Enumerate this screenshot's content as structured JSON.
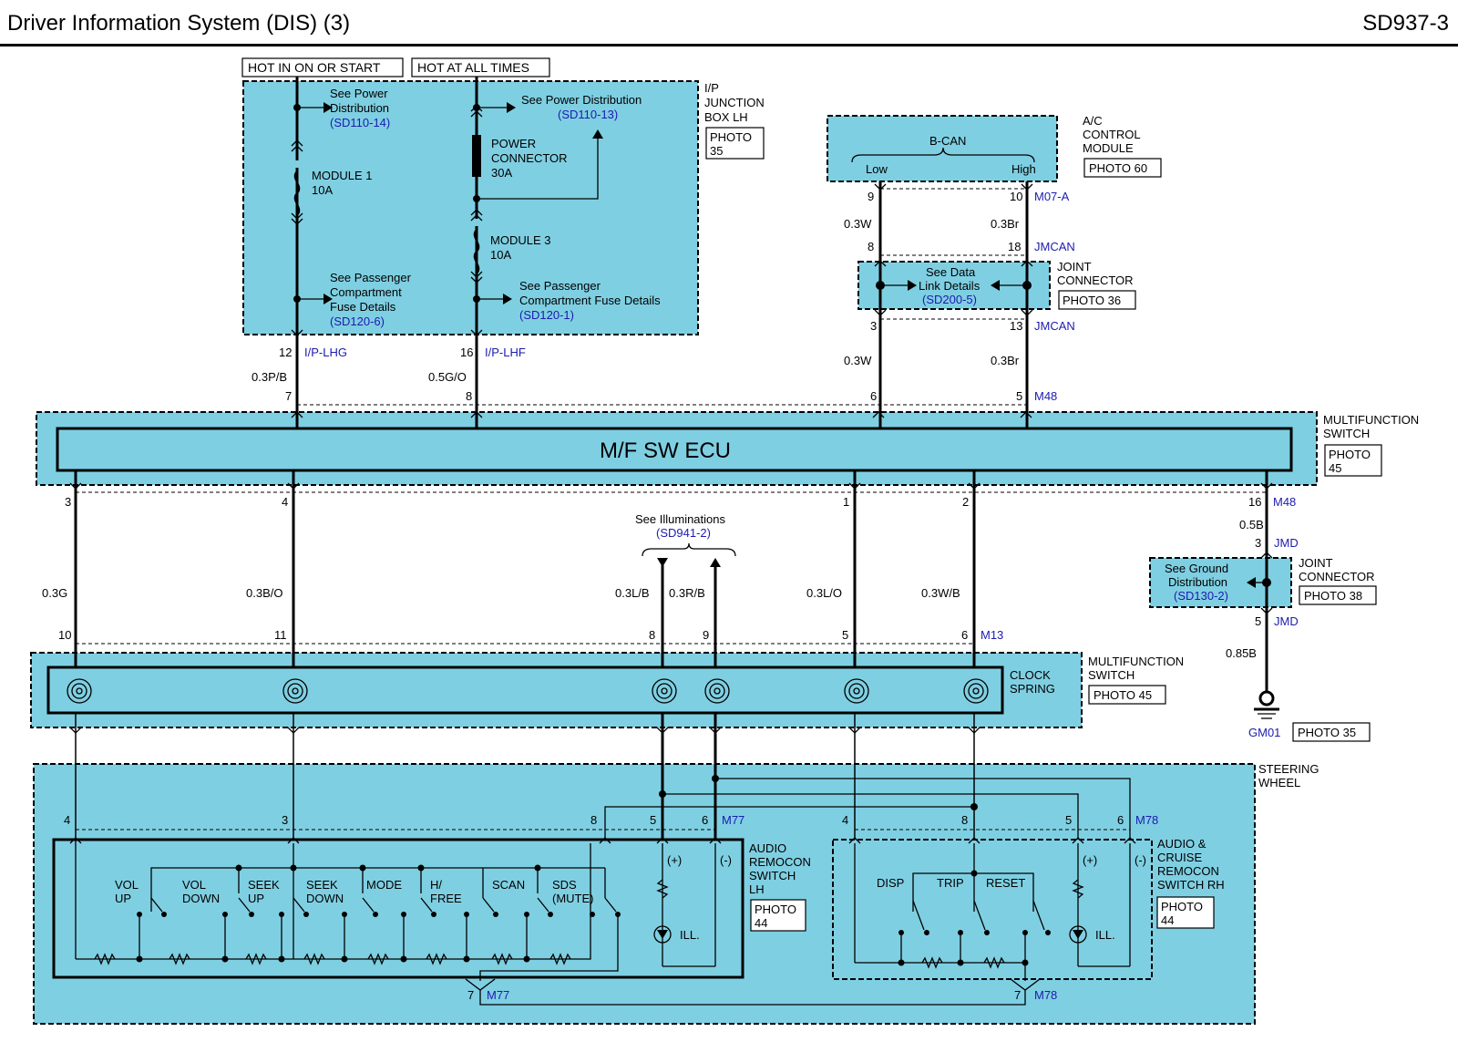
{
  "header": {
    "title": "Driver Information System (DIS) (3)",
    "code": "SD937-3"
  },
  "power": {
    "hot_run": "HOT IN ON OR START",
    "hot_always": "HOT AT ALL TIMES",
    "see_pd_1_a": "See Power",
    "see_pd_1_b": "Distribution",
    "see_pd_1_ref": "(SD110-14)",
    "see_pd_2": "See Power Distribution",
    "see_pd_2_ref": "(SD110-13)",
    "module1_a": "MODULE 1",
    "module1_b": "10A",
    "power_conn_a": "POWER",
    "power_conn_b": "CONNECTOR",
    "power_conn_c": "30A",
    "module3_a": "MODULE 3",
    "module3_b": "10A",
    "see_pcf_1_a": "See Passenger",
    "see_pcf_1_b": "Compartment",
    "see_pcf_1_c": "Fuse Details",
    "see_pcf_1_ref": "(SD120-6)",
    "see_pcf_2_a": "See Passenger",
    "see_pcf_2_b": "Compartment Fuse Details",
    "see_pcf_2_ref": "(SD120-1)",
    "jb_a": "I/P",
    "jb_b": "JUNCTION",
    "jb_c": "BOX LH",
    "jb_photo_a": "PHOTO",
    "jb_photo_b": "35"
  },
  "acm": {
    "bcan": "B-CAN",
    "low": "Low",
    "high": "High",
    "name_a": "A/C",
    "name_b": "CONTROL",
    "name_c": "MODULE",
    "photo": "PHOTO 60",
    "jc_a": "JOINT",
    "jc_b": "CONNECTOR",
    "jc_photo": "PHOTO 36",
    "dl_a": "See Data",
    "dl_b": "Link Details",
    "dl_ref": "(SD200-5)"
  },
  "ecu": {
    "label": "M/F SW ECU",
    "name_a": "MULTIFUNCTION",
    "name_b": "SWITCH",
    "photo_a": "PHOTO",
    "photo_b": "45"
  },
  "illum": {
    "a": "See Illuminations",
    "ref": "(SD941-2)"
  },
  "ground": {
    "a": "See Ground",
    "b": "Distribution",
    "ref": "(SD130-2)",
    "jc_a": "JOINT",
    "jc_b": "CONNECTOR",
    "jc_photo": "PHOTO 38",
    "gm": "GM01",
    "gm_photo": "PHOTO 35"
  },
  "clock": {
    "a": "CLOCK",
    "b": "SPRING",
    "name_a": "MULTIFUNCTION",
    "name_b": "SWITCH",
    "photo": "PHOTO 45"
  },
  "wheel": {
    "a": "STEERING",
    "b": "WHEEL"
  },
  "audio_lh": {
    "a": "AUDIO",
    "b": "REMOCON",
    "c": "SWITCH",
    "d": "LH",
    "photo_a": "PHOTO",
    "photo_b": "44",
    "sw": [
      "VOL",
      "UP",
      "VOL",
      "DOWN",
      "SEEK",
      "UP",
      "SEEK",
      "DOWN",
      "MODE",
      "H/",
      "FREE",
      "SCAN",
      "SDS",
      "(MUTE)"
    ],
    "plus": "(+)",
    "minus": "(-)",
    "ill": "ILL."
  },
  "audio_rh": {
    "a": "AUDIO &",
    "b": "CRUISE",
    "c": "REMOCON",
    "d": "SWITCH RH",
    "photo_a": "PHOTO",
    "photo_b": "44",
    "disp": "DISP",
    "trip": "TRIP",
    "reset": "RESET",
    "plus": "(+)",
    "minus": "(-)",
    "ill": "ILL."
  },
  "connectors": {
    "iplhg": "I/P-LHG",
    "iplhf": "I/P-LHF",
    "m07a": "M07-A",
    "jmcan": "JMCAN",
    "jmcan2": "JMCAN",
    "m48": "M48",
    "m48b": "M48",
    "jmd": "JMD",
    "jmd2": "JMD",
    "m13": "M13",
    "m77": "M77",
    "m77b": "M77",
    "m78": "M78",
    "m78b": "M78"
  },
  "wires": {
    "w_3pb": "0.3P/B",
    "w_5go": "0.5G/O",
    "w_3w1": "0.3W",
    "w_3br1": "0.3Br",
    "w_3w2": "0.3W",
    "w_3br2": "0.3Br",
    "w_3g": "0.3G",
    "w_3bo": "0.3B/O",
    "w_3lb": "0.3L/B",
    "w_3rb": "0.3R/B",
    "w_3lo": "0.3L/O",
    "w_3wb": "0.3W/B",
    "w_5b": "0.5B",
    "w_85b": "0.85B"
  },
  "pins": {
    "p12": "12",
    "p16a": "16",
    "p7": "7",
    "p8": "8",
    "a9": "9",
    "a10": "10",
    "a8": "8",
    "a18": "18",
    "a3": "3",
    "a13": "13",
    "a6": "6",
    "a5": "5",
    "e3": "3",
    "e4": "4",
    "e1": "1",
    "e2": "2",
    "e16": "16",
    "g3": "3",
    "g5": "5",
    "c10": "10",
    "c11": "11",
    "c8": "8",
    "c9": "9",
    "c5": "5",
    "c6": "6",
    "s4": "4",
    "s3": "3",
    "s8": "8",
    "s5": "5",
    "s6": "6",
    "r4": "4",
    "r8": "8",
    "r5": "5",
    "r6": "6",
    "b7a": "7",
    "b7b": "7"
  }
}
